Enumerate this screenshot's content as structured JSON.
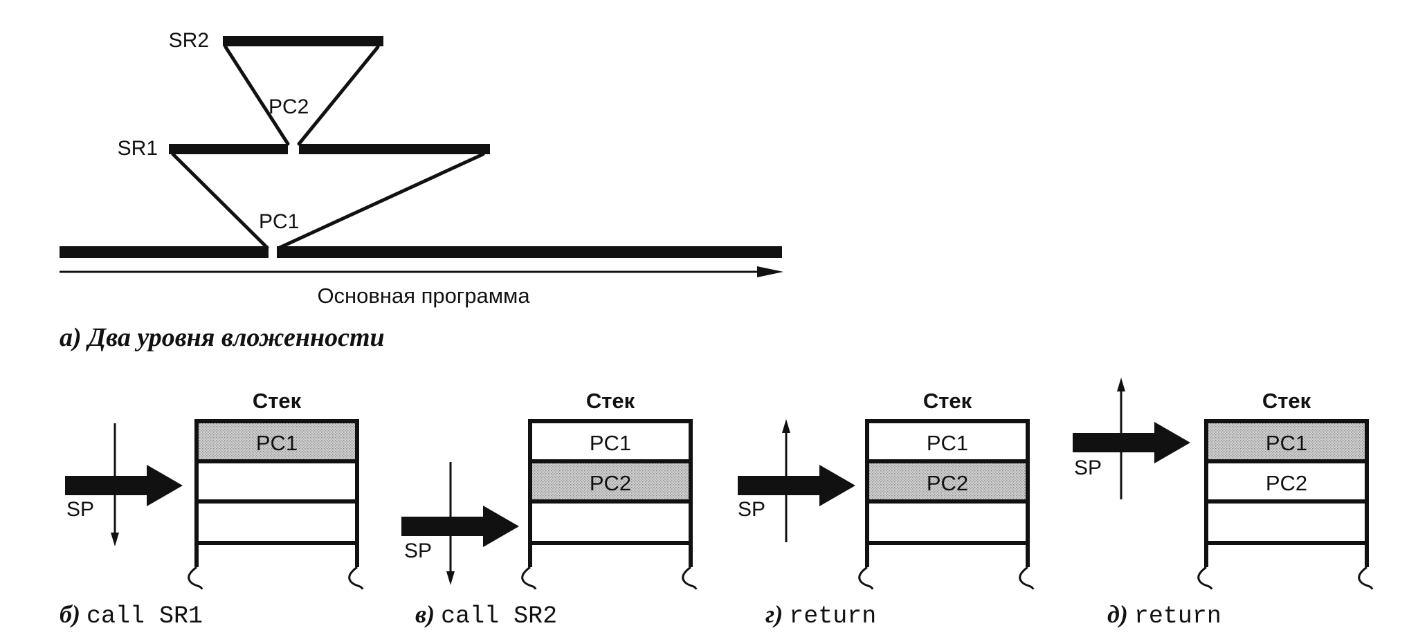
{
  "part_a": {
    "labels": {
      "sr2": "SR2",
      "pc2": "PC2",
      "sr1": "SR1",
      "pc1": "PC1",
      "main_program": "Основная программа"
    },
    "caption": "а) Два уровня вложенности"
  },
  "stack_panels": [
    {
      "stack_title": "Стек",
      "sp_label": "SP",
      "sp_direction": "down",
      "cells": [
        {
          "text": "PC1",
          "shaded": true
        },
        {
          "text": "",
          "shaded": false
        },
        {
          "text": "",
          "shaded": false
        }
      ],
      "caption_letter": "б)",
      "caption_code": "call SR1"
    },
    {
      "stack_title": "Стек",
      "sp_label": "SP",
      "sp_direction": "down",
      "cells": [
        {
          "text": "PC1",
          "shaded": false
        },
        {
          "text": "PC2",
          "shaded": true
        },
        {
          "text": "",
          "shaded": false
        }
      ],
      "caption_letter": "в)",
      "caption_code": "call SR2"
    },
    {
      "stack_title": "Стек",
      "sp_label": "SP",
      "sp_direction": "up",
      "cells": [
        {
          "text": "PC1",
          "shaded": false
        },
        {
          "text": "PC2",
          "shaded": true
        },
        {
          "text": "",
          "shaded": false
        }
      ],
      "caption_letter": "г)",
      "caption_code": "return"
    },
    {
      "stack_title": "Стек",
      "sp_label": "SP",
      "sp_direction": "up",
      "cells": [
        {
          "text": "PC1",
          "shaded": true
        },
        {
          "text": "PC2",
          "shaded": false
        },
        {
          "text": "",
          "shaded": false
        }
      ],
      "caption_letter": "д)",
      "caption_code": "return"
    }
  ],
  "colors": {
    "ink": "#111111",
    "shade": "#c4c4c4",
    "background": "#ffffff"
  }
}
